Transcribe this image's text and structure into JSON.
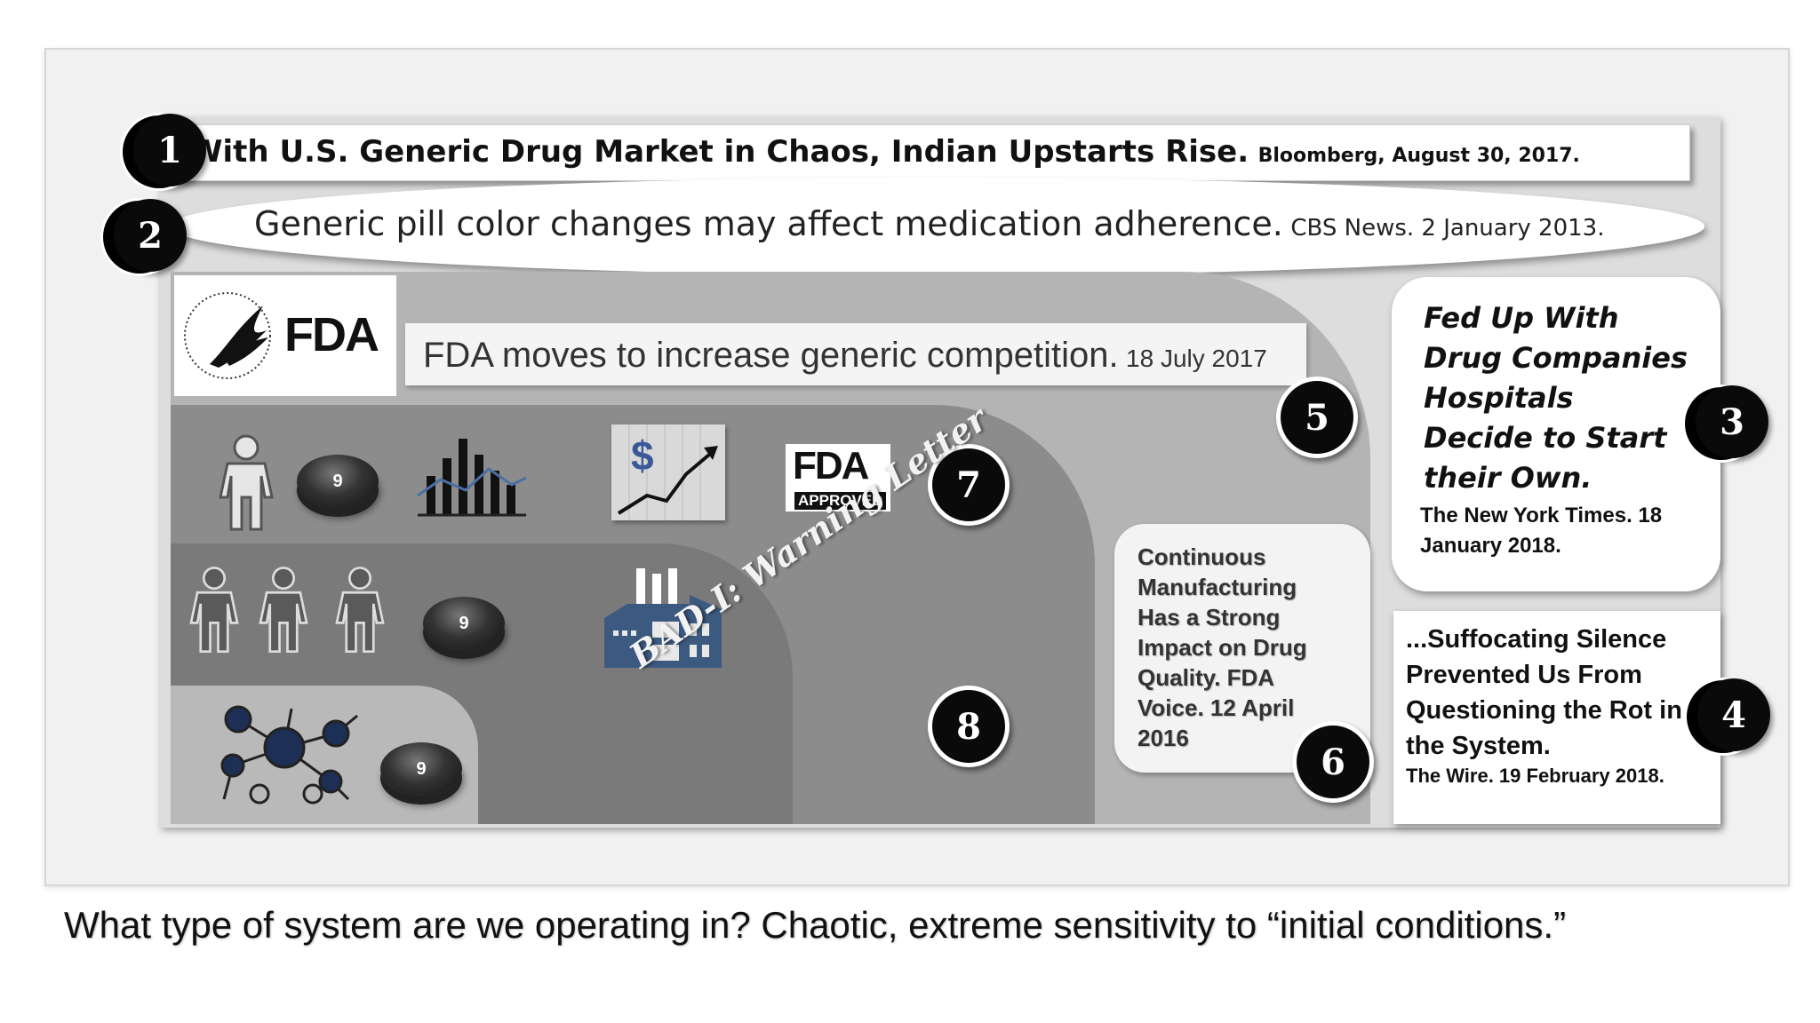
{
  "headlines": {
    "h1_main": "With U.S. Generic Drug Market in Chaos, Indian Upstarts Rise.",
    "h1_source": "Bloomberg, August 30, 2017.",
    "h2_main": "Generic pill color changes may affect medication adherence.",
    "h2_source": "CBS News. 2 January 2013.",
    "h3_main": "Fed Up With Drug Companies Hospitals Decide to Start their Own.",
    "h3_source": "The New York Times. 18 January 2018.",
    "h4_main": "...Suffocating Silence Prevented Us From Questioning the Rot in the System.",
    "h4_source": "The Wire. 19 February 2018.",
    "fda_main": "FDA moves to increase generic competition.",
    "fda_date": "18 July 2017",
    "cm_text": "Continuous Manufacturing Has a Strong Impact on Drug Quality. FDA Voice. 12 April 2016"
  },
  "badges": {
    "b1": "1",
    "b2": "2",
    "b3": "3",
    "b4": "4",
    "b5": "5",
    "b6": "6",
    "b7": "7",
    "b8": "8"
  },
  "logos": {
    "fda": "FDA",
    "fda_approved_top": "FDA",
    "fda_approved_bottom": "APPROVED"
  },
  "icons": {
    "dollar": "$",
    "pill": "9"
  },
  "warning_letter": "BAD-I: Warning Letter",
  "caption": "What type of system are we operating in? Chaotic, extreme sensitivity to “initial conditions.”"
}
